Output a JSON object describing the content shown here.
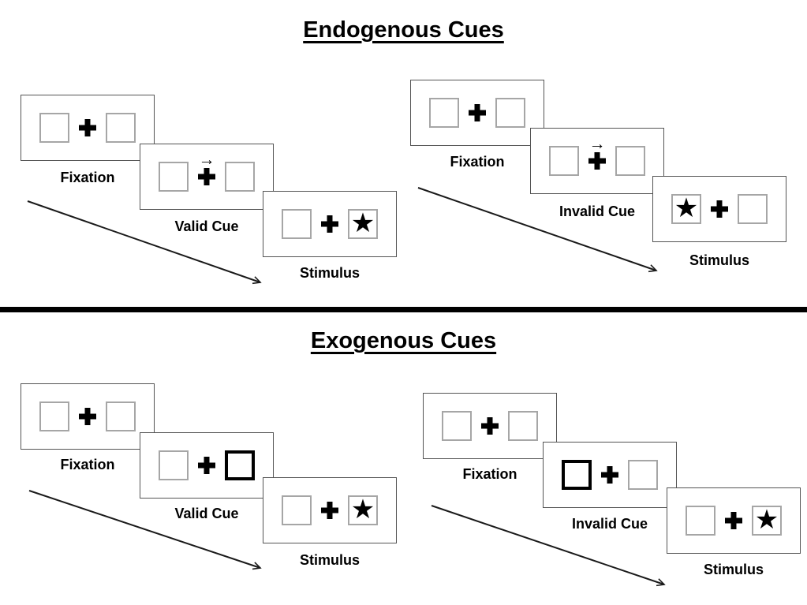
{
  "diagram": {
    "endogenous": {
      "title": "Endogenous Cues",
      "valid_sequence": {
        "steps": [
          {
            "label": "Fixation",
            "content": "empty boxes with central fixation cross"
          },
          {
            "label": "Valid Cue",
            "content": "central arrow pointing right above fixation cross",
            "cue": "arrow-right"
          },
          {
            "label": "Stimulus",
            "content": "star appears in right box",
            "stimulus_side": "right"
          }
        ]
      },
      "invalid_sequence": {
        "steps": [
          {
            "label": "Fixation",
            "content": "empty boxes with central fixation cross"
          },
          {
            "label": "Invalid Cue",
            "content": "central arrow pointing right above fixation cross",
            "cue": "arrow-right"
          },
          {
            "label": "Stimulus",
            "content": "star appears in left box",
            "stimulus_side": "left"
          }
        ]
      }
    },
    "exogenous": {
      "title": "Exogenous Cues",
      "valid_sequence": {
        "steps": [
          {
            "label": "Fixation",
            "content": "empty boxes with central fixation cross"
          },
          {
            "label": "Valid Cue",
            "content": "right box border thickened",
            "cue": "highlight-right"
          },
          {
            "label": "Stimulus",
            "content": "star appears in right box",
            "stimulus_side": "right"
          }
        ]
      },
      "invalid_sequence": {
        "steps": [
          {
            "label": "Fixation",
            "content": "empty boxes with central fixation cross"
          },
          {
            "label": "Invalid Cue",
            "content": "left box border thickened",
            "cue": "highlight-left"
          },
          {
            "label": "Stimulus",
            "content": "star appears in right box",
            "stimulus_side": "right"
          }
        ]
      }
    },
    "icons": {
      "star": "★",
      "cue_arrow": "→",
      "fixation_cross": "+"
    },
    "colors": {
      "background": "#ffffff",
      "panel_border": "#545454",
      "placeholder_box_border": "#a6a6a6",
      "cue_highlight_border": "#000000",
      "ink": "#000000"
    }
  }
}
